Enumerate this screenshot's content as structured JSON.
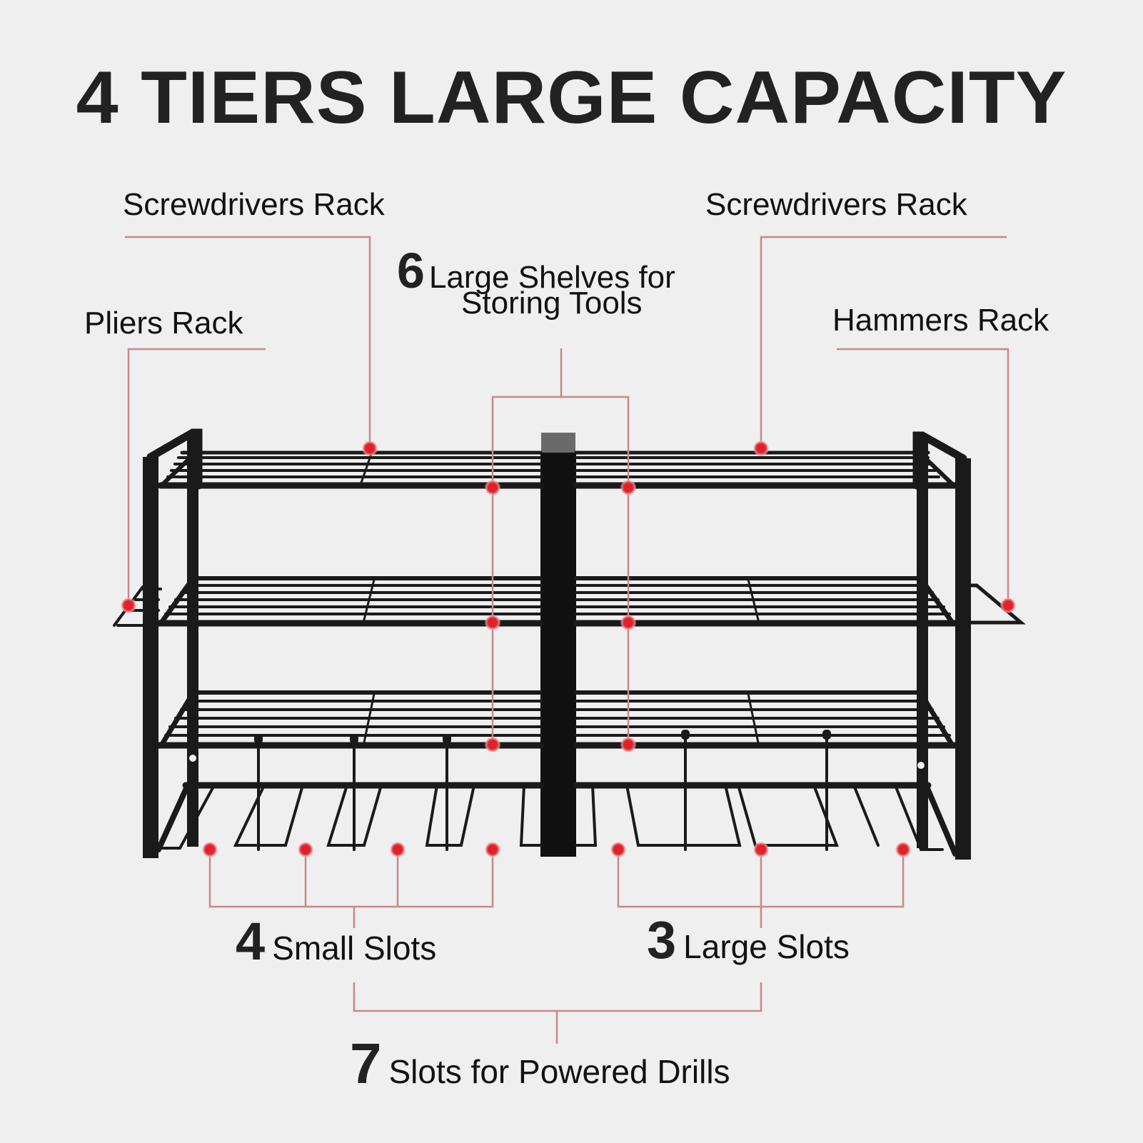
{
  "title": "4 TIERS LARGE CAPACITY",
  "callouts": {
    "screwdrivers_left": "Screwdrivers Rack",
    "screwdrivers_right": "Screwdrivers Rack",
    "pliers": "Pliers Rack",
    "hammers": "Hammers Rack",
    "shelves": {
      "count": "6",
      "line1": "Large Shelves for",
      "line2": "Storing Tools"
    },
    "small_slots": {
      "count": "4",
      "text": "Small Slots"
    },
    "large_slots": {
      "count": "3",
      "text": "Large Slots"
    },
    "drill_slots": {
      "count": "7",
      "text": "Slots for Powered Drills"
    }
  },
  "colors": {
    "background": "#efefef",
    "callout_line": "#c9878c",
    "callout_dot": "#e0202a",
    "rack_metal": "#1a1a1a"
  }
}
